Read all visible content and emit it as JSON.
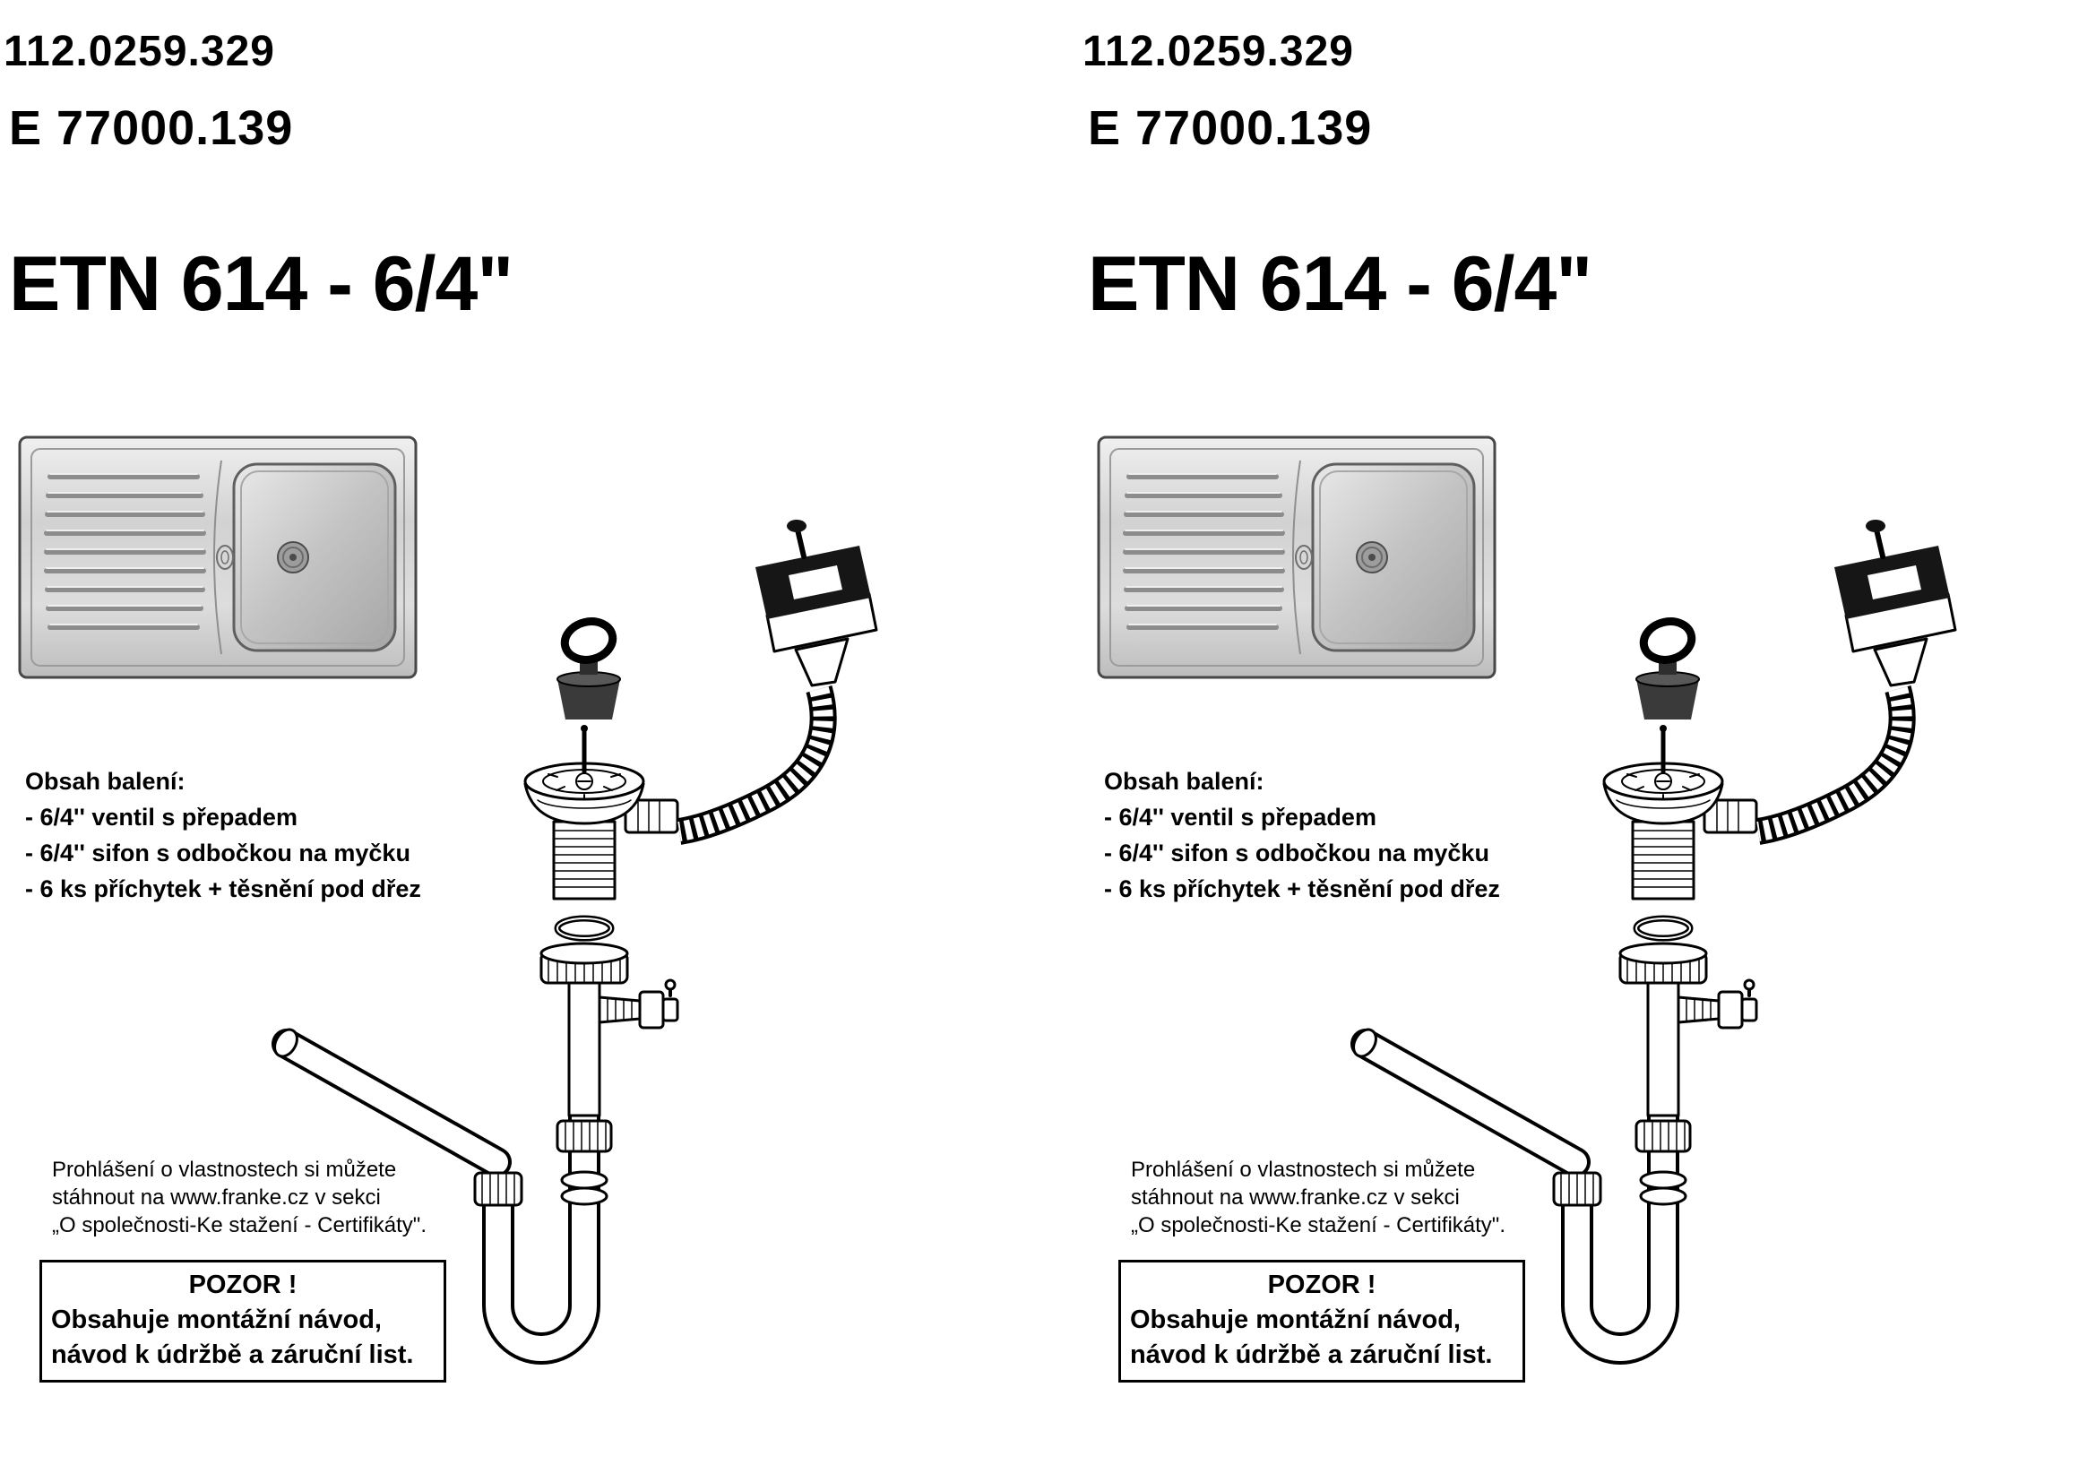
{
  "panel": {
    "article_number": "112.0259.329",
    "model_number": "E 77000.139",
    "product_title": "ETN 614 - 6/4\"",
    "package": {
      "heading": "Obsah balení:",
      "items": [
        "- 6/4'' ventil s přepadem",
        "- 6/4'' sifon s odbočkou na myčku",
        "- 6 ks příchytek + těsnění pod dřez"
      ]
    },
    "declaration": {
      "line1": "Prohlášení o vlastnostech si můžete",
      "line2": "stáhnout na www.franke.cz  v sekci",
      "line3": "„O společnosti-Ke stažení - Certifikáty\"."
    },
    "warning": {
      "title": "POZOR !",
      "line1": "Obsahuje montážní návod,",
      "line2": "návod k údržbě a záruční list."
    }
  }
}
